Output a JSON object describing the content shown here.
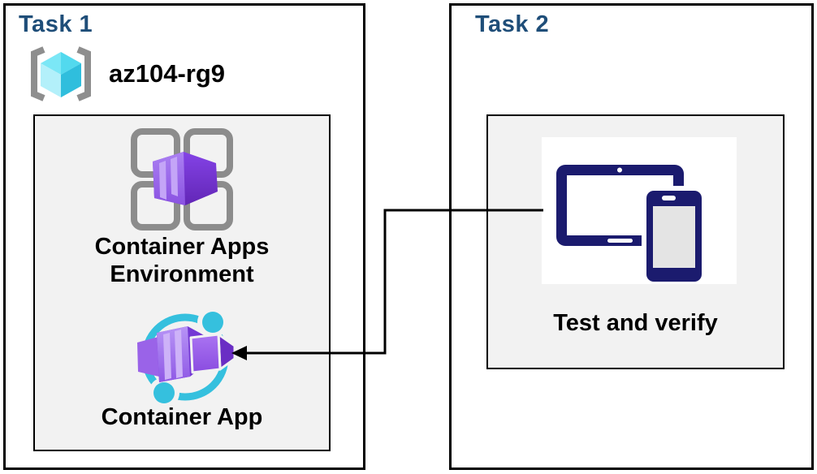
{
  "task1": {
    "title": "Task 1",
    "resource_group": {
      "label": "az104-rg9",
      "icon": "resource-group-icon"
    },
    "environment": {
      "label": "Container Apps Environment",
      "icon": "container-apps-environment-icon"
    },
    "app": {
      "label": "Container App",
      "icon": "container-app-icon"
    }
  },
  "task2": {
    "title": "Task 2",
    "test": {
      "label": "Test and verify",
      "icon": "devices-icon"
    }
  },
  "arrow": {
    "from": "Test and verify",
    "to": "Container App",
    "style": "elbow-connector"
  },
  "colors": {
    "task_title_blue": "#1f4e79",
    "box_border": "#000000",
    "inner_box_fill": "#f2f2f2",
    "bracket_gray": "#8e8e8e",
    "env_grid_gray": "#8c8c8c",
    "cube_cyan_top": "#7be7f6",
    "cube_cyan_right": "#2fbedd",
    "purple_light": "#b48ef5",
    "purple_dark": "#6a2ec4",
    "ring_cyan": "#35c0de",
    "device_navy": "#1b1b6e",
    "arrow_black": "#000000"
  }
}
